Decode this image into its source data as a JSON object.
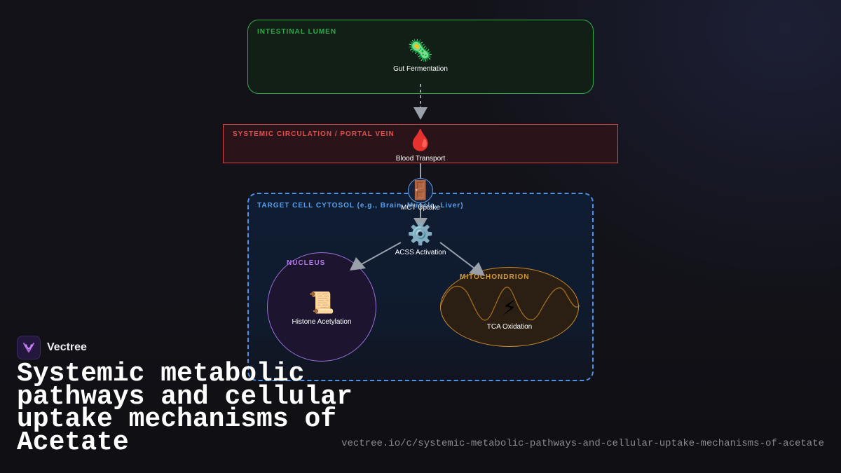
{
  "diagram": {
    "regions": {
      "lumen": {
        "label": "INTESTINAL LUMEN",
        "color": "#2faa4a"
      },
      "circulation": {
        "label": "SYSTEMIC CIRCULATION / PORTAL VEIN",
        "color": "#e0504f"
      },
      "cytosol": {
        "label": "TARGET CELL CYTOSOL (e.g., Brain, Muscle, Liver)",
        "color": "#5aa0ee"
      },
      "nucleus": {
        "label": "NUCLEUS",
        "color": "#b07ae6"
      },
      "mitochondrion": {
        "label": "MITOCHONDRION",
        "color": "#d39a35"
      }
    },
    "nodes": {
      "fermentation": {
        "icon": "🦠",
        "icon_name": "microbe-icon",
        "label": "Gut Fermentation"
      },
      "blood": {
        "icon": "🩸",
        "icon_name": "blood-drop-icon",
        "label": "Blood Transport"
      },
      "mct": {
        "icon": "🚪",
        "icon_name": "door-icon",
        "label": "MCT Uptake"
      },
      "acss": {
        "icon": "⚙️",
        "icon_name": "gear-icon",
        "label": "ACSS Activation"
      },
      "histone": {
        "icon": "📜",
        "icon_name": "scroll-icon",
        "label": "Histone Acetylation"
      },
      "tca": {
        "icon": "⚡",
        "icon_name": "lightning-icon",
        "label": "TCA Oxidation"
      }
    },
    "edges": [
      {
        "from": "fermentation",
        "to": "blood",
        "style": "dashed"
      },
      {
        "from": "blood",
        "to": "mct",
        "style": "solid"
      },
      {
        "from": "mct",
        "to": "acss",
        "style": "solid"
      },
      {
        "from": "acss",
        "to": "histone",
        "style": "solid"
      },
      {
        "from": "acss",
        "to": "tca",
        "style": "solid"
      }
    ]
  },
  "brand": {
    "name": "Vectree"
  },
  "page": {
    "title": "Systemic metabolic pathways and cellular uptake mechanisms of Acetate",
    "url": "vectree.io/c/systemic-metabolic-pathways-and-cellular-uptake-mechanisms-of-acetate"
  }
}
